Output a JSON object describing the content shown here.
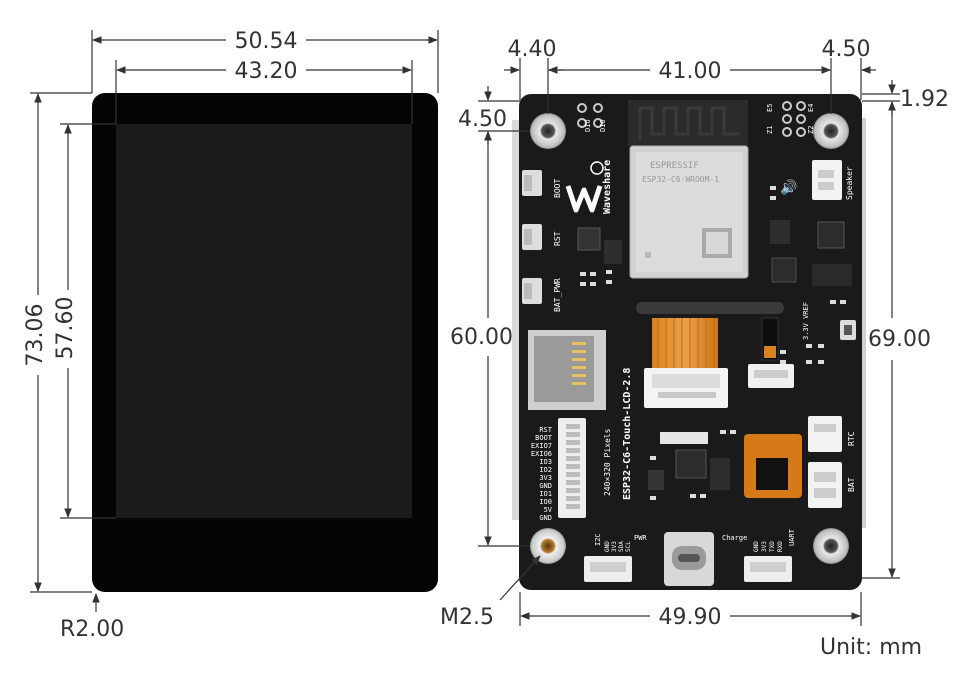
{
  "dimensions": {
    "front_total_width": "50.54",
    "front_active_width": "43.20",
    "front_total_height": "73.06",
    "front_active_height": "57.60",
    "front_corner_radius": "R2.00",
    "board_left_offset": "4.40",
    "board_hole_pitch_x": "41.00",
    "board_right_offset": "4.50",
    "board_top_offset": "1.92",
    "board_hole_top_offset": "4.50",
    "board_hole_pitch_y": "60.00",
    "board_height": "69.00",
    "board_width": "49.90",
    "mount_hole": "M2.5"
  },
  "unit_label": "Unit: mm",
  "board": {
    "model": "ESP32-C6-Touch-LCD-2.8",
    "resolution": "240×320 Pixels",
    "brand": "Waveshare",
    "module_vendor": "ESPRESSIF",
    "module_name": "ESP32-C6-WROOM-1",
    "buttons": [
      "BOOT",
      "RST",
      "BAT_PWR"
    ],
    "left_pins": [
      "RST",
      "BOOT",
      "EXIO7",
      "EXIO6",
      "IO3",
      "IO2",
      "3V3",
      "GND",
      "IO1",
      "IO0",
      "5V",
      "GND"
    ],
    "i2c_pins": [
      "GND",
      "3V3",
      "SDA",
      "SCL"
    ],
    "i2c_label": "I2C",
    "uart_pins": [
      "GND",
      "3V3",
      "TXD",
      "RXD"
    ],
    "uart_label": "UART",
    "pwr_label": "PWR",
    "charge_label": "Charge",
    "speaker_label": "Speaker",
    "rtc_label": "RTC",
    "bat_label": "BAT",
    "vref_label": "3.3V VREF",
    "top_pad_labels": [
      "DIO",
      "DIO",
      "E5",
      "Z1",
      "E4",
      "Z2"
    ]
  }
}
